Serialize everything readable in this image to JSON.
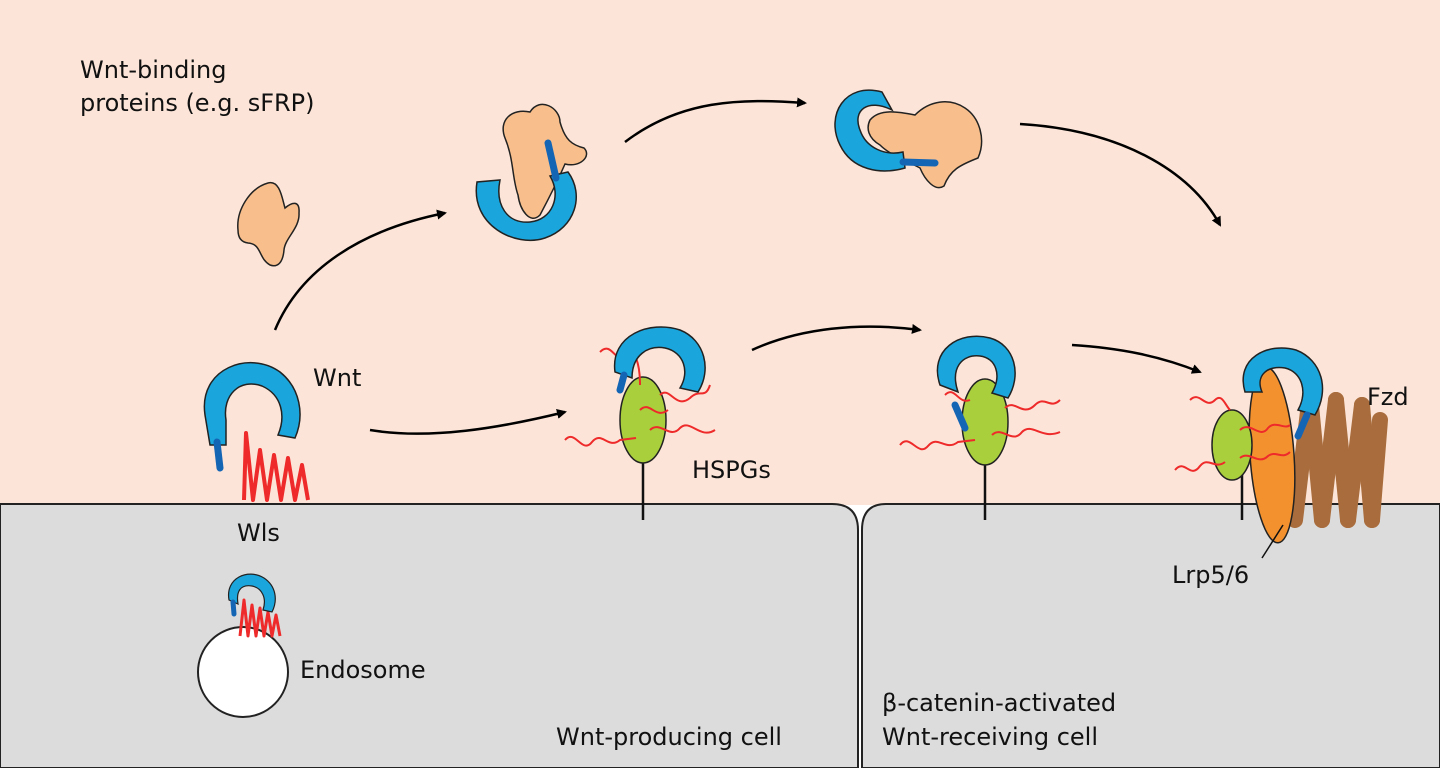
{
  "labels": {
    "wnt_binding_line1": "Wnt-binding",
    "wnt_binding_line2": "proteins (e.g. sFRP)",
    "wnt": "Wnt",
    "wls": "Wls",
    "endosome": "Endosome",
    "hspgs": "HSPGs",
    "fzd": "Fzd",
    "lrp": "Lrp5/6",
    "producing_cell": "Wnt-producing cell",
    "receiving_line1": "β-catenin-activated",
    "receiving_line2": "Wnt-receiving cell"
  },
  "colors": {
    "extracellular": "#fce5d8",
    "cell": "#dcdcdc",
    "wnt": "#1aa6dc",
    "wnt_tail": "#1565b5",
    "sfrp": "#f8bf8c",
    "wls": "#ee2a2a",
    "hspg_core": "#a9cf3c",
    "lrp": "#f4912f",
    "fzd": "#a96d3d",
    "endosome": "#ffffff"
  }
}
